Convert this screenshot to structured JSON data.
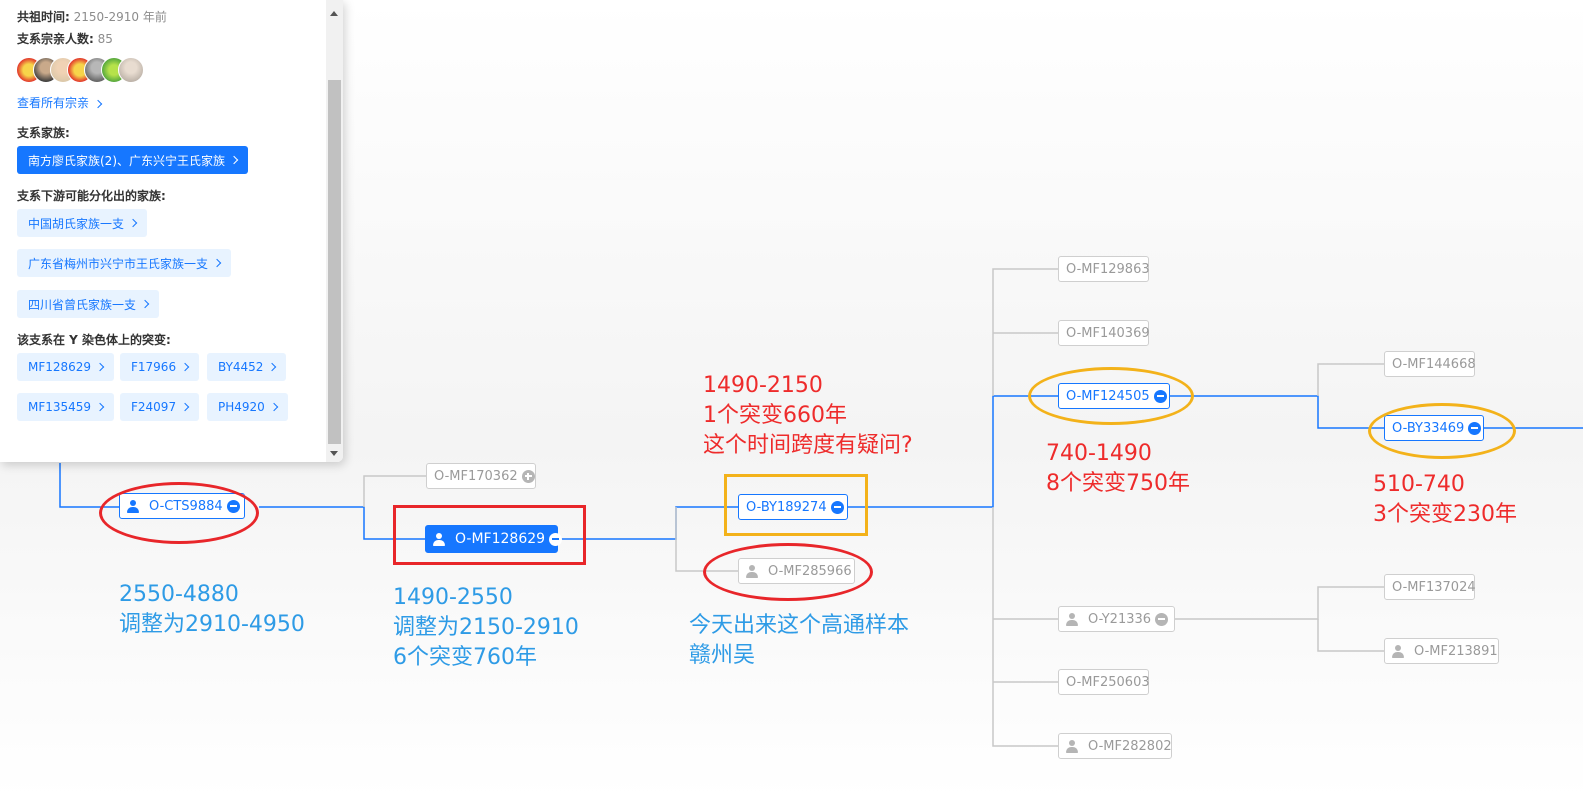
{
  "panel": {
    "common_ancestor_label": "共祖时间:",
    "common_ancestor_value": "2150-2910 年前",
    "member_count_label": "支系宗亲人数:",
    "member_count_value": "85",
    "view_all_link": "查看所有宗亲",
    "families_heading": "支系家族:",
    "families_tag": "南方廖氏家族(2)、广东兴宁王氏家族",
    "downstream_heading": "支系下游可能分化出的家族:",
    "downstream_families": [
      "中国胡氏家族一支",
      "广东省梅州市兴宁市王氏家族一支",
      "四川省曾氏家族一支"
    ],
    "mutations_heading": "该支系在 Y 染色体上的突变:",
    "mutations": [
      "MF128629",
      "F17966",
      "BY4452",
      "MF135459",
      "F24097",
      "PH4920"
    ]
  },
  "tree": {
    "nodes": {
      "cts9884": "O-CTS9884",
      "mf170362": "O-MF170362",
      "mf128629": "O-MF128629",
      "by189274": "O-BY189274",
      "mf285966": "O-MF285966",
      "mf129863": "O-MF129863",
      "mf140369": "O-MF140369",
      "mf124505": "O-MF124505",
      "mf144668": "O-MF144668",
      "by33469": "O-BY33469",
      "y21336": "O-Y21336",
      "mf137024": "O-MF137024",
      "mf213891": "O-MF213891",
      "mf250603": "O-MF250603",
      "mf282802": "O-MF282802"
    }
  },
  "annotations": {
    "cts9884": [
      "2550-4880",
      "调整为2910-4950"
    ],
    "mf128629": [
      "1490-2550",
      "调整为2150-2910",
      "6个突变760年"
    ],
    "by189274": [
      "1490-2150",
      "1个突变660年",
      "这个时间跨度有疑问?"
    ],
    "mf285966": [
      "今天出来这个高通样本",
      "赣州吴"
    ],
    "mf124505": [
      "740-1490",
      "8个突变750年"
    ],
    "by33469": [
      "510-740",
      "3个突变230年"
    ]
  },
  "colors": {
    "accent_blue": "#1677ff",
    "annotation_red": "#e8262a",
    "annotation_yellow": "#f3b21a",
    "note_blue": "#2e9be6"
  }
}
